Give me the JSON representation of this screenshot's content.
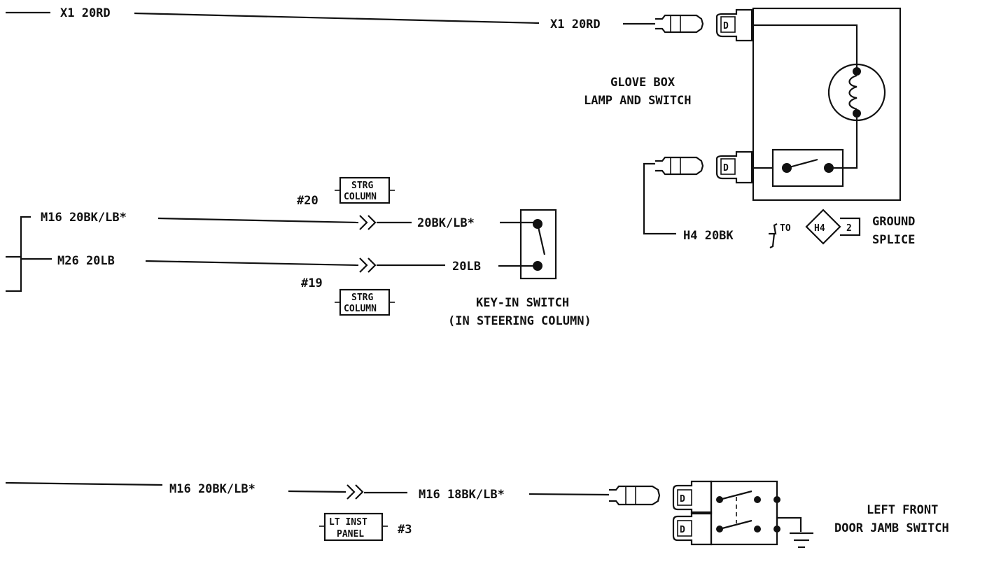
{
  "wires": {
    "top_left": "X1 20RD",
    "top_right": "X1 20RD",
    "m16_left": "M16 20BK/LB*",
    "m16_right": "20BK/LB*",
    "m26_left": "M26 20LB",
    "m26_right": "20LB",
    "h4": "H4 20BK",
    "bottom_left": "M16 20BK/LB*",
    "bottom_right": "M16 18BK/LB*"
  },
  "connectors": {
    "strg_top_num": "#20",
    "strg_top_line1": "STRG",
    "strg_top_line2": "COLUMN",
    "strg_bot_num": "#19",
    "strg_bot_line1": "STRG",
    "strg_bot_line2": "COLUMN",
    "lt_line1": "LT INST",
    "lt_line2": "PANEL",
    "lt_num": "#3",
    "pin_d": "D"
  },
  "components": {
    "glove_line1": "GLOVE BOX",
    "glove_line2": "LAMP AND SWITCH",
    "keyin_line1": "KEY-IN SWITCH",
    "keyin_line2": "(IN STEERING COLUMN)",
    "door_line1": "LEFT FRONT",
    "door_line2": "DOOR JAMB SWITCH"
  },
  "splice": {
    "to": "TO",
    "id": "H4",
    "pin": "2",
    "line1": "GROUND",
    "line2": "SPLICE"
  }
}
